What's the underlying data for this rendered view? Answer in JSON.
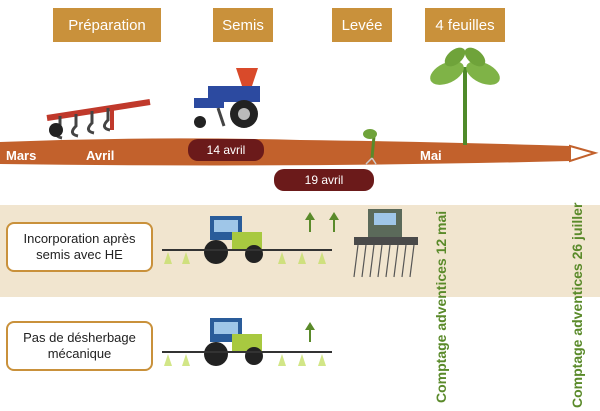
{
  "stages": [
    "Préparation",
    "Semis",
    "Levée",
    "4 feuilles"
  ],
  "months": [
    "Mars",
    "Avril",
    "Mai"
  ],
  "dates": [
    "14 avril",
    "19 avril"
  ],
  "rows": [
    {
      "label": "Incorporation après semis avec HE"
    },
    {
      "label": "Pas de désherbage mécanique"
    }
  ],
  "counts": [
    "Comptage adventices 12 mai",
    "Comptage adventices 26 juiller"
  ],
  "colors": {
    "stage_bg": "#c9913b",
    "soil": "#c2612c",
    "band": "#f1e5cf",
    "date_bg": "#6b1a1a",
    "green": "#5a8a2a"
  }
}
